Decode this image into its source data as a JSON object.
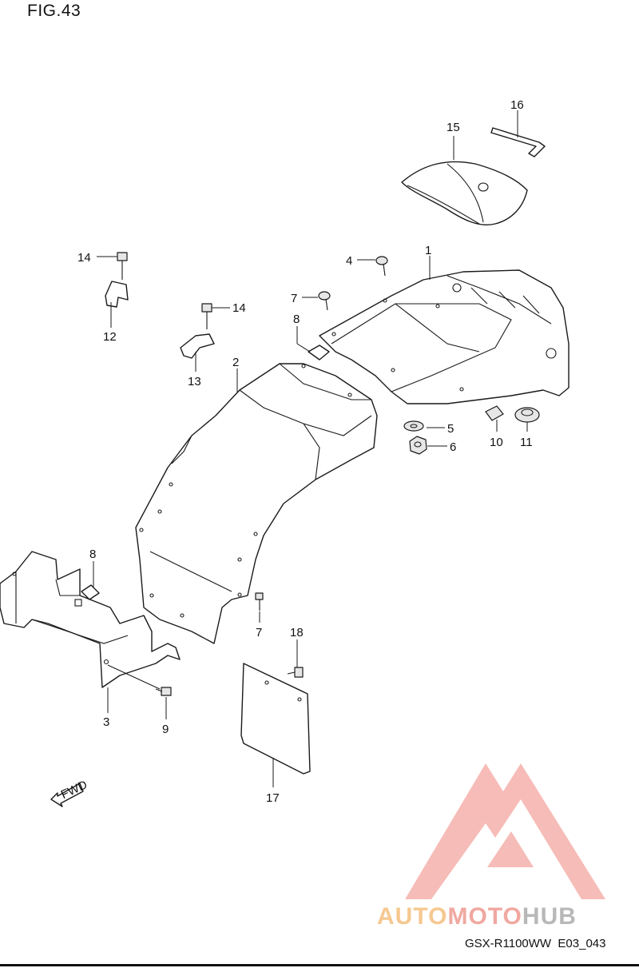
{
  "figure": {
    "title": "FIG.43"
  },
  "callouts": [
    {
      "id": "c1",
      "text": "1"
    },
    {
      "id": "c2",
      "text": "2"
    },
    {
      "id": "c3",
      "text": "3"
    },
    {
      "id": "c4",
      "text": "4"
    },
    {
      "id": "c5",
      "text": "5"
    },
    {
      "id": "c6",
      "text": "6"
    },
    {
      "id": "c7a",
      "text": "7"
    },
    {
      "id": "c7b",
      "text": "7"
    },
    {
      "id": "c8a",
      "text": "8"
    },
    {
      "id": "c8b",
      "text": "8"
    },
    {
      "id": "c9",
      "text": "9"
    },
    {
      "id": "c10",
      "text": "10"
    },
    {
      "id": "c11",
      "text": "11"
    },
    {
      "id": "c12",
      "text": "12"
    },
    {
      "id": "c13",
      "text": "13"
    },
    {
      "id": "c14a",
      "text": "14"
    },
    {
      "id": "c14b",
      "text": "14"
    },
    {
      "id": "c15",
      "text": "15"
    },
    {
      "id": "c16",
      "text": "16"
    },
    {
      "id": "c17",
      "text": "17"
    },
    {
      "id": "c18",
      "text": "18"
    }
  ],
  "direction_arrow": {
    "label": "FWD"
  },
  "watermark": {
    "brand_part1": "AUTO",
    "brand_part2": "MOTO",
    "brand_part3": "HUB",
    "colors": {
      "logo": "#f4a6a0",
      "auto": "#f6c890",
      "moto": "#f0a8a0",
      "hub": "#b8b8b8"
    }
  },
  "footer": {
    "model": "GSX-R1100WW",
    "code": "E03_043"
  }
}
